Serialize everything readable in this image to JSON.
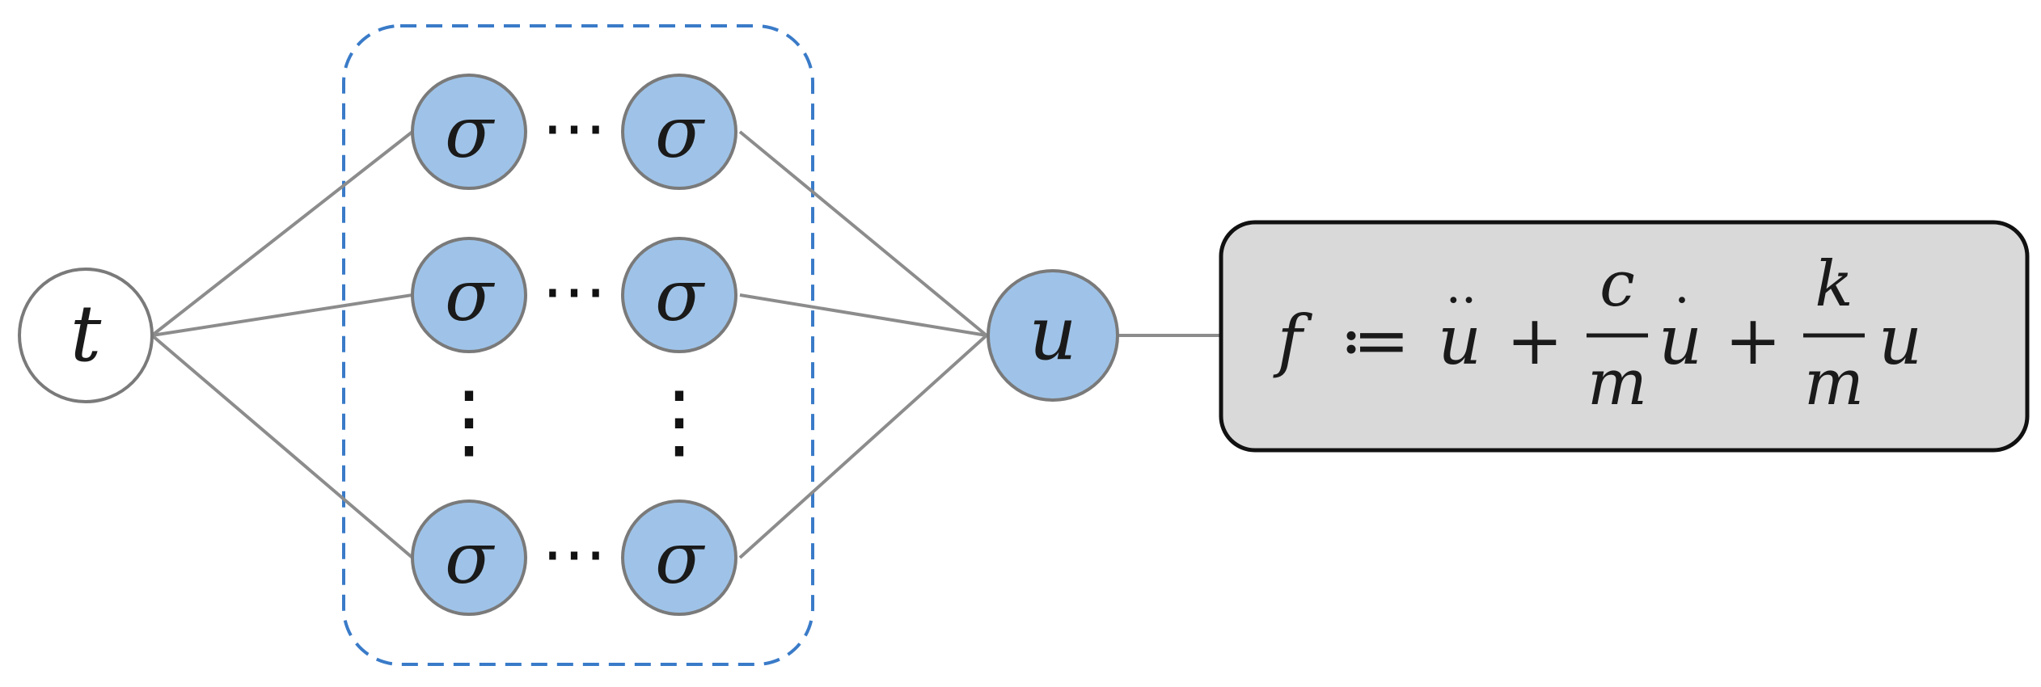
{
  "input_node": {
    "label": "t"
  },
  "hidden_nodes": [
    {
      "label": "σ"
    },
    {
      "label": "σ"
    },
    {
      "label": "σ"
    },
    {
      "label": "σ"
    },
    {
      "label": "σ"
    },
    {
      "label": "σ"
    }
  ],
  "ellipsis_horizontal": "⋯",
  "ellipsis_vertical": "⋮",
  "output_node": {
    "label": "u"
  },
  "equation": {
    "lhs": "f",
    "assign": "≔",
    "u_ddot": "u",
    "plus": "+",
    "frac1_num": "c",
    "frac1_den": "m",
    "u_dot": "u",
    "frac2_num": "k",
    "frac2_den": "m",
    "u": "u",
    "dot_single": "·",
    "dot_double": "··"
  },
  "colors": {
    "node_fill": "#9fc3e8",
    "node_stroke": "#7a7a7a",
    "input_fill": "#ffffff",
    "edge": "#8c8c8c",
    "dashed_box": "#3a7bc8",
    "eq_box_fill": "#d9d9d9",
    "eq_box_stroke": "#111111"
  }
}
